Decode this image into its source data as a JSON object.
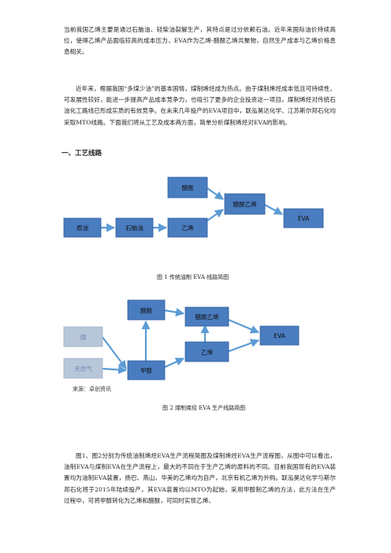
{
  "paragraphs": [
    "当前我国乙烯主要是通过石脑油、轻柴油裂解生产，其特点是过分依赖石油。近年来国际油价持续高位，使得乙烯产品面临较高的成本压力，EVA作为乙烯-醋酸乙烯共聚物，自然生产成本与乙烯价格息息相关。",
    "近年来，根据我国“多煤少油”的基本国情，煤制烯烃成为热点。由于煤制烯烃成本低且可持续性、可发展性较好，能进一步提高产品成本竞争力，也吸引了更多的企业投资这一项目，煤制烯烃对传统石油化工路线已形成实质的有效竞争。在未来几年投产的EVA项目中，联泓昊达化学、江苏斯尔邦石化均采取MTO线路。下面我们将从工艺及成本两方面，简单分析煤制烯烃对EVA的影响。",
    "图1、图2分别为传统油制烯烃EVA生产流程简图及煤制烯烃EVA生产流程图，从图中可以看出，油制EVA与煤制EVA在生产流程上，最大的不同在于生产乙烯的原料的不同。目前我国现有的EVA装置均为油制EVA装置，扬巴、燕山、华美的乙烯均为自产，北京有机乙烯为外购。联泓昊达化学与斯尔邦石化将于2015年陆续投产，其EVA装置均以MTO为起始，采用甲醇制乙烯的方法，此方法在生产过程中，可将甲醇转化为乙烯和醋酸，可同时实现乙烯、"
  ],
  "section_heading": "一、工艺线路",
  "figure1": {
    "caption": "图 1   传统油制 EVA 线路简图",
    "nodes": {
      "crude": "原油",
      "naphtha": "石脑油",
      "ethylene": "乙烯",
      "acetic_acid": "醋酸",
      "vinyl_acetate": "醋酸乙烯",
      "eva": "EVA"
    },
    "colors": {
      "box": "#4a7cc0",
      "border": "#2f5e9e",
      "arrow": "#5b9bd5",
      "text": "#111111"
    }
  },
  "figure2": {
    "caption": "图 2   煤制烯烃 EVA 生产线路简图",
    "nodes": {
      "coal": "煤",
      "natural_gas": "天然气",
      "methanol": "甲醇",
      "acetic_acid": "醋酸",
      "vinyl_acetate": "醋酸乙烯",
      "ethylene": "乙烯",
      "eva": "EVA"
    },
    "source": "来源：卓创资讯",
    "colors": {
      "box": "#4a7cc0",
      "faded": "#b8c6da",
      "faded_text": "#6d88b0",
      "arrow": "#5b9bd5"
    }
  }
}
